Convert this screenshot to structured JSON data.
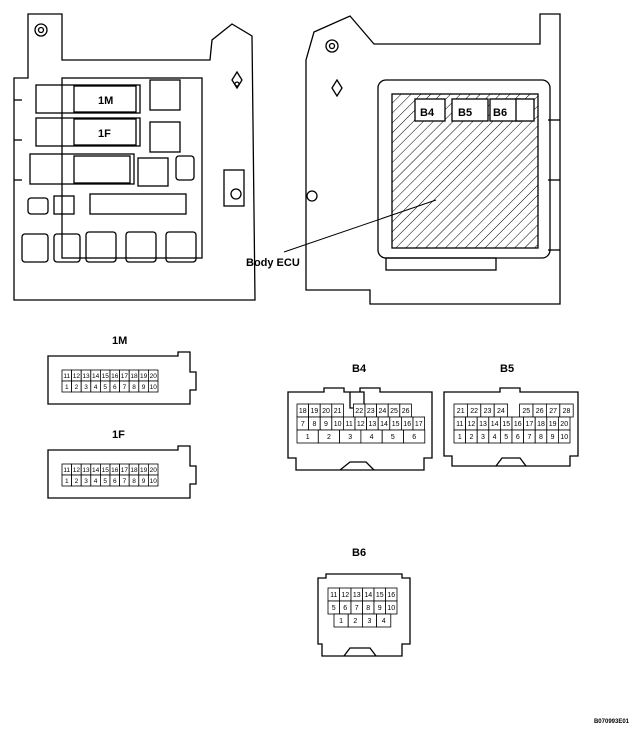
{
  "labels": {
    "body_ecu": "Body ECU",
    "diagram_code": "B070993E01"
  },
  "junction_block": {
    "connectors": [
      "1M",
      "1F"
    ]
  },
  "ecu": {
    "connectors": [
      "B4",
      "B5",
      "B6"
    ]
  },
  "connectors": {
    "1M": {
      "title": "1M",
      "rows": [
        [
          "11",
          "12",
          "13",
          "14",
          "15",
          "16",
          "17",
          "18",
          "19",
          "20"
        ],
        [
          "1",
          "2",
          "3",
          "4",
          "5",
          "6",
          "7",
          "8",
          "9",
          "10"
        ]
      ]
    },
    "1F": {
      "title": "1F",
      "rows": [
        [
          "11",
          "12",
          "13",
          "14",
          "15",
          "16",
          "17",
          "18",
          "19",
          "20"
        ],
        [
          "1",
          "2",
          "3",
          "4",
          "5",
          "6",
          "7",
          "8",
          "9",
          "10"
        ]
      ]
    },
    "B4": {
      "title": "B4",
      "rows": [
        [
          "18",
          "19",
          "20",
          "21",
          "22",
          "23",
          "24",
          "25",
          "26"
        ],
        [
          "7",
          "8",
          "9",
          "10",
          "11",
          "12",
          "13",
          "14",
          "15",
          "16",
          "17"
        ],
        [
          "1",
          "2",
          "3",
          "4",
          "5",
          "6"
        ]
      ]
    },
    "B5": {
      "title": "B5",
      "rows": [
        [
          "21",
          "22",
          "23",
          "24",
          "25",
          "26",
          "27",
          "28"
        ],
        [
          "11",
          "12",
          "13",
          "14",
          "15",
          "16",
          "17",
          "18",
          "19",
          "20"
        ],
        [
          "1",
          "2",
          "3",
          "4",
          "5",
          "6",
          "7",
          "8",
          "9",
          "10"
        ]
      ]
    },
    "B6": {
      "title": "B6",
      "rows": [
        [
          "11",
          "12",
          "13",
          "14",
          "15",
          "16"
        ],
        [
          "5",
          "6",
          "7",
          "8",
          "9",
          "10"
        ],
        [
          "1",
          "2",
          "3",
          "4"
        ]
      ]
    }
  }
}
